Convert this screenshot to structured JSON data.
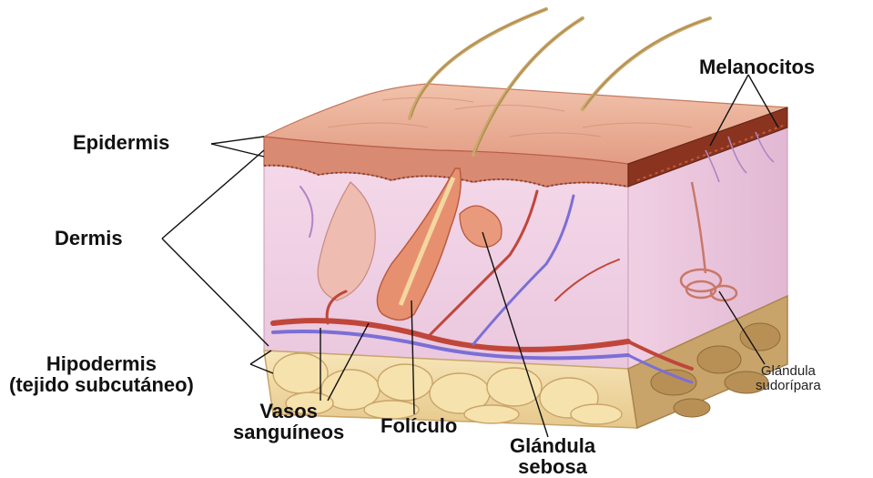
{
  "labels": {
    "epidermis": "Epidermis",
    "dermis": "Dermis",
    "hipodermis_line1": "Hipodermis",
    "hipodermis_line2": "(tejido subcutáneo)",
    "vasos_line1": "Vasos",
    "vasos_line2": "sanguíneos",
    "foliculo": "Folículo",
    "glandula_sebosa_line1": "Glándula",
    "glandula_sebosa_line2": "sebosa",
    "glandula_sudoripara_line1": "Glándula",
    "glandula_sudoripara_line2": "sudorípara",
    "melanocitos": "Melanocitos"
  },
  "colors": {
    "epidermis_top": "#e7a68e",
    "epidermis_edge": "#c9705a",
    "dermis": "#f2d4e6",
    "hypodermis_fat": "#f3dfa8",
    "fat_outline": "#c9a56a",
    "vein": "#7b6fd6",
    "artery": "#c0463a",
    "hair": "#c9a86a",
    "side_melanin": "#7a2f1c"
  }
}
